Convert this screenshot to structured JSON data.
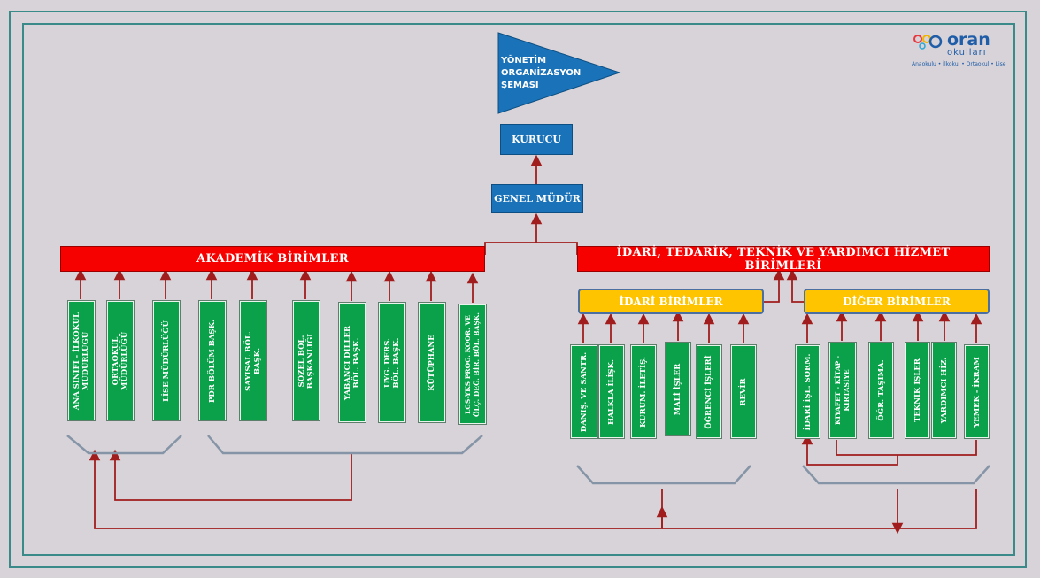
{
  "title": "YÖNETİM ORGANİZASYON ŞEMASI",
  "title_lines": [
    "YÖNETİM",
    "ORGANİZASYON",
    "ŞEMASI"
  ],
  "logo": {
    "name": "oran",
    "sub": "okulları",
    "tagline": "Anaokulu • İlkokul • Ortaokul • Lise"
  },
  "colors": {
    "blue": "#1a72b9",
    "red": "#f70000",
    "yellow": "#ffc400",
    "green": "#0aa14a",
    "arrow": "#a11d1d",
    "frame": "#3a8a8a",
    "background": "#d8d3d8"
  },
  "nodes": {
    "kurucu": "KURUCU",
    "genel_mudur": "GENEL MÜDÜR",
    "akademik": "AKADEMİK BİRİMLER",
    "idari_tedarik": "İDARİ, TEDARİK, TEKNİK VE YARDIMCI HİZMET BİRİMLERİ",
    "idari_birimler": "İDARİ BİRİMLER",
    "diger_birimler": "DİĞER BİRİMLER"
  },
  "akademik_units": [
    [
      "ANA SINIFI - İLKOKUL",
      "MÜDÜRLÜĞÜ"
    ],
    [
      "ORTAOKUL",
      "MÜDÜRLÜĞÜ"
    ],
    [
      "LİSE MÜDÜRLÜĞÜ"
    ],
    [
      "PDR BÖLÜM BAŞK."
    ],
    [
      "SAYISAL BÖL.",
      "BAŞK."
    ],
    [
      "SÖZEL BÖL.",
      "BAŞKANLIĞI"
    ],
    [
      "YABANCI DİLLER",
      "BÖL. BAŞK."
    ],
    [
      "UYG. DERS.",
      "BÖL. BAŞK."
    ],
    [
      "KÜTÜPHANE"
    ],
    [
      "LGS-YKS PROG. KOOR. VE",
      "ÖLÇ. DEĞ. BİR. BÖL. BAŞK."
    ]
  ],
  "idari_units": [
    [
      "DANIŞ. VE SANTR."
    ],
    [
      "HALKLA İLİŞK."
    ],
    [
      "KURUM. İLETİŞ."
    ],
    [
      "MALİ İŞLER"
    ],
    [
      "ÖĞRENCİ İŞLERİ"
    ],
    [
      "REVİR"
    ]
  ],
  "diger_units": [
    [
      "İDARİ İŞL. SORM."
    ],
    [
      "KIYAFET - KİTAP -",
      "KIRTASİYE"
    ],
    [
      "ÖĞR. TAŞIMA."
    ],
    [
      "TEKNİK İŞLER"
    ],
    [
      "YARDIMCI HİZ."
    ],
    [
      "YEMEK - İKRAM"
    ]
  ]
}
